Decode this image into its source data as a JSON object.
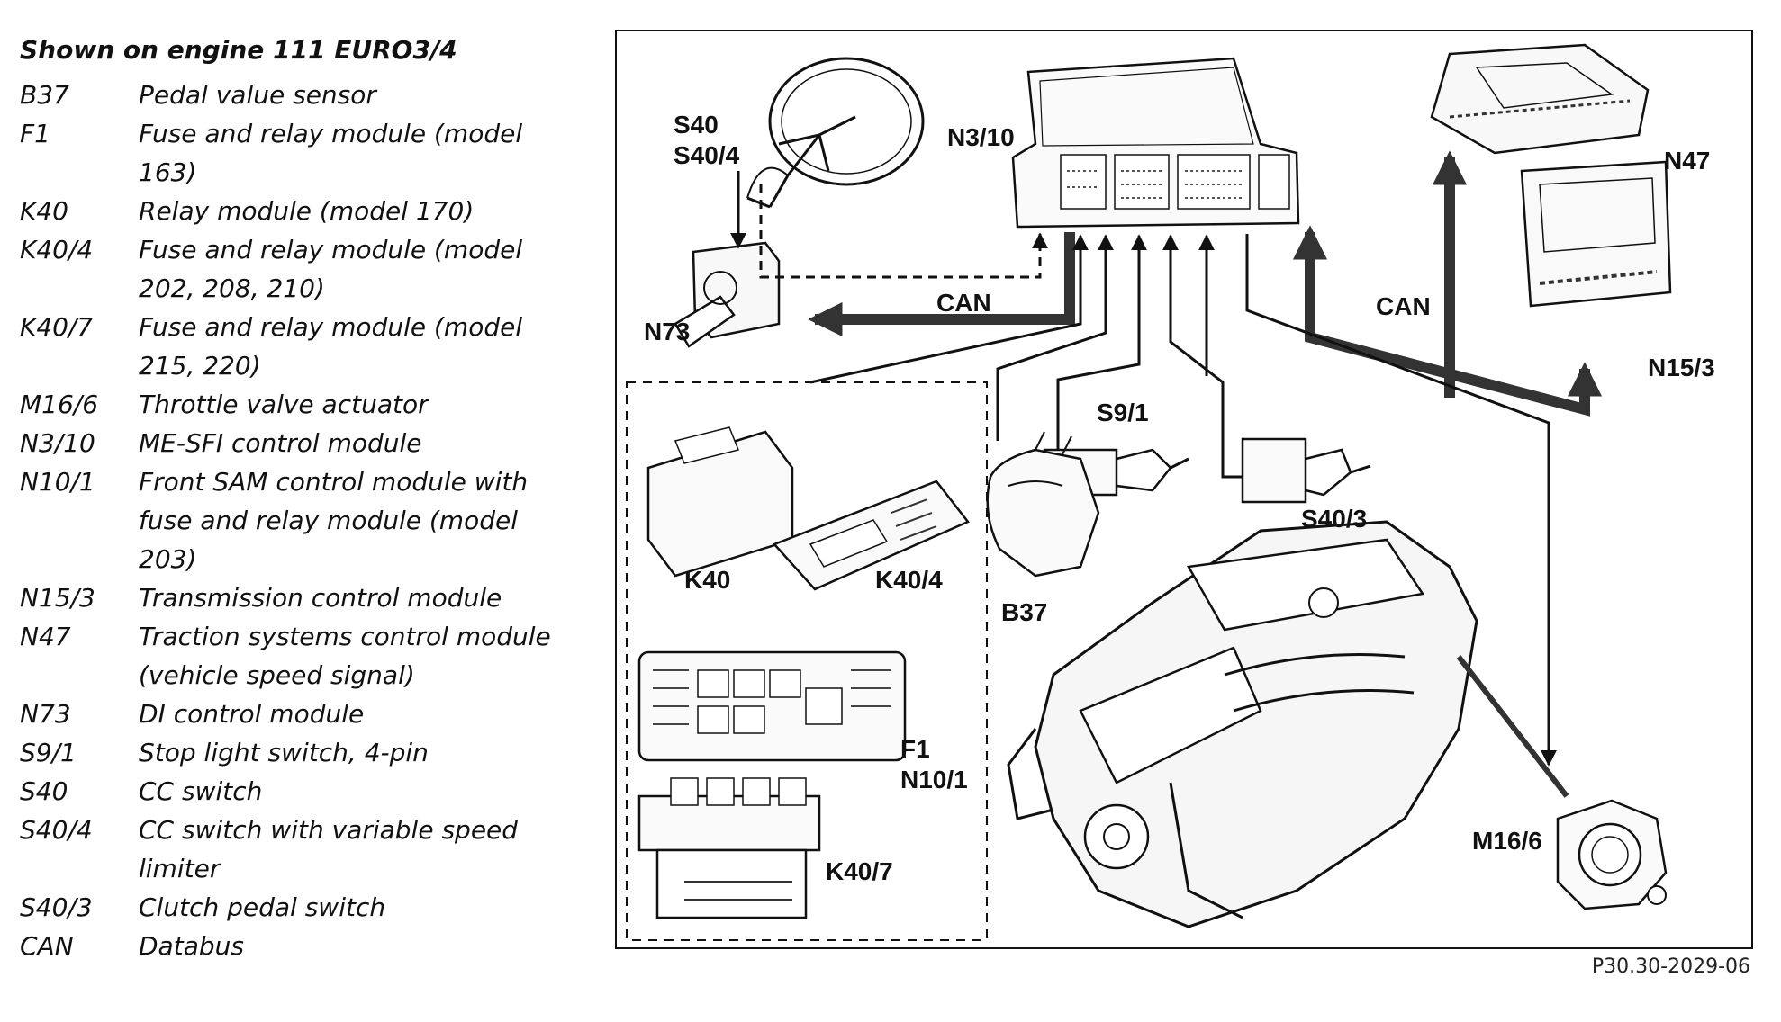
{
  "legend": {
    "title": "Shown on engine 111 EURO3/4",
    "items": [
      {
        "code": "B37",
        "desc": "Pedal value sensor"
      },
      {
        "code": "F1",
        "desc": "Fuse and relay module (model 163)"
      },
      {
        "code": "K40",
        "desc": "Relay module (model 170)"
      },
      {
        "code": "K40/4",
        "desc": "Fuse and relay module (model 202, 208, 210)"
      },
      {
        "code": "K40/7",
        "desc": "Fuse and relay module (model 215, 220)"
      },
      {
        "code": "M16/6",
        "desc": "Throttle valve actuator"
      },
      {
        "code": "N3/10",
        "desc": "ME-SFI control module"
      },
      {
        "code": "N10/1",
        "desc": "Front SAM control module with fuse and relay module (model 203)"
      },
      {
        "code": "N15/3",
        "desc": "Transmission control module"
      },
      {
        "code": "N47",
        "desc": "Traction systems control module (vehicle speed signal)"
      },
      {
        "code": "N73",
        "desc": "DI control module"
      },
      {
        "code": "S9/1",
        "desc": "Stop light switch, 4-pin"
      },
      {
        "code": "S40",
        "desc": "CC switch"
      },
      {
        "code": "S40/4",
        "desc": "CC switch with variable speed limiter"
      },
      {
        "code": "S40/3",
        "desc": "Clutch pedal switch"
      },
      {
        "code": "CAN",
        "desc": "Databus"
      }
    ]
  },
  "diagram": {
    "labels": {
      "s40": "S40",
      "s40_4": "S40/4",
      "n3_10": "N3/10",
      "n47": "N47",
      "n73": "N73",
      "can_left": "CAN",
      "can_right": "CAN",
      "n15_3": "N15/3",
      "s9_1": "S9/1",
      "s40_3": "S40/3",
      "k40": "K40",
      "k40_4": "K40/4",
      "b37": "B37",
      "f1": "F1",
      "n10_1": "N10/1",
      "k40_7": "K40/7",
      "m16_6": "M16/6"
    },
    "reference_code": "P30.30-2029-06"
  }
}
